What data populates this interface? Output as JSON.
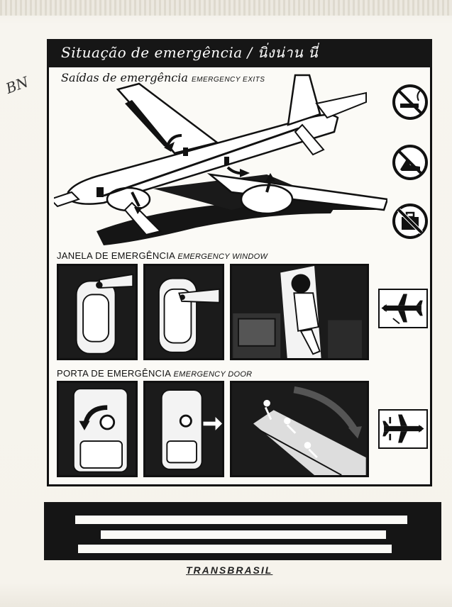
{
  "page": {
    "title": "Situação de emergência / นิ่งน่าน นี่",
    "handwritten_note": "BN"
  },
  "exits": {
    "title_pt": "Saídas de emergência",
    "title_en": "EMERGENCY EXITS"
  },
  "window": {
    "title_pt": "JANELA DE EMERGÊNCIA",
    "title_en": "EMERGENCY WINDOW"
  },
  "door": {
    "title_pt": "PORTA DE EMERGÊNCIA",
    "title_en": "EMERGENCY DOOR"
  },
  "signs": [
    {
      "icon": "no-smoking-icon"
    },
    {
      "icon": "no-high-heels-icon"
    },
    {
      "icon": "no-baggage-icon"
    }
  ],
  "footer": {
    "brand": "TRANSBRASIL"
  },
  "colors": {
    "ink": "#111111",
    "paper": "#f6f3ec"
  }
}
